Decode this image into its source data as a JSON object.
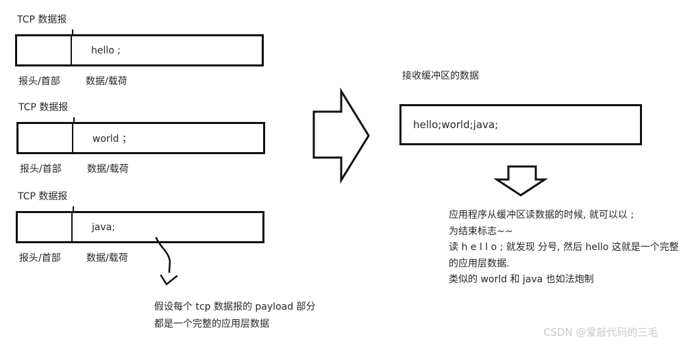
{
  "packets": [
    {
      "title": "TCP 数据报",
      "payload": "hello ;",
      "header_label": "报头/首部",
      "payload_label": "数据/载荷"
    },
    {
      "title": "TCP 数据报",
      "payload": "world ；",
      "header_label": "报头/首部",
      "payload_label": "数据/载荷"
    },
    {
      "title": "TCP 数据报",
      "payload": "java;",
      "header_label": "报头/首部",
      "payload_label": "数据/载荷"
    }
  ],
  "receive_buffer": {
    "label": "接收缓冲区的数据",
    "content": "hello;world;java;"
  },
  "annotations": {
    "payload_note_lines": [
      "假设每个 tcp 数据报的 payload 部分",
      "都是一个完整的应用层数据"
    ],
    "read_note_lines": [
      "应用程序从缓冲区读数据的时候, 就可以以 ;",
      "为结束标志~~",
      "读 h e l l o ; 就发现 分号, 然后 hello 这就是一个完整",
      "的应用层数据.",
      "类似的 world 和 java 也如法炮制"
    ]
  },
  "icons": {
    "right_arrow": "block-arrow-right",
    "down_arrow": "block-arrow-down",
    "curvy_arrow": "freehand-arrow-down"
  },
  "watermark": "CSDN @爱敲代码的三毛",
  "colors": {
    "line": "#111111",
    "text": "#262626",
    "watermark": "#cdc9c5",
    "background": "#ffffff"
  }
}
